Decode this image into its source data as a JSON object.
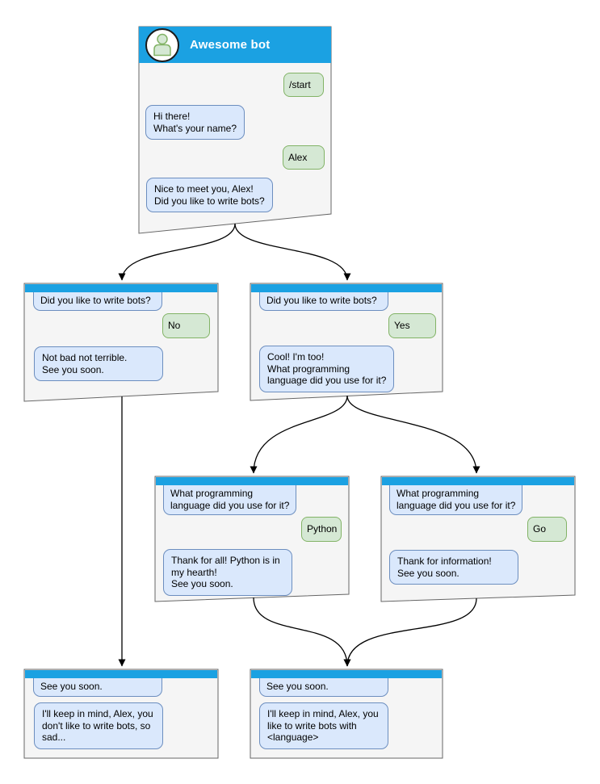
{
  "diagram": {
    "colors": {
      "header_blue": "#1BA1E2",
      "bot_bubble_fill": "#DAE8FC",
      "bot_bubble_border": "#6C8EBF",
      "user_bubble_fill": "#D5E8D4",
      "user_bubble_border": "#82B366",
      "node_fill": "#F5F5F5",
      "node_border": "#666666"
    },
    "nodes": [
      {
        "id": "start",
        "title": "Awesome bot",
        "messages": [
          {
            "from": "user",
            "text": "/start"
          },
          {
            "from": "bot",
            "text": "Hi there!\nWhat's your name?"
          },
          {
            "from": "user",
            "text": "Alex"
          },
          {
            "from": "bot",
            "text": "Nice to meet you, Alex!\nDid you like to write bots?"
          }
        ]
      },
      {
        "id": "branch-no",
        "messages": [
          {
            "from": "bot",
            "text": "Did you like to write bots?"
          },
          {
            "from": "user",
            "text": "No"
          },
          {
            "from": "bot",
            "text": "Not bad not terrible.\nSee you soon."
          }
        ]
      },
      {
        "id": "branch-yes",
        "messages": [
          {
            "from": "bot",
            "text": "Did you like to write bots?"
          },
          {
            "from": "user",
            "text": "Yes"
          },
          {
            "from": "bot",
            "text": "Cool! I'm too!\nWhat programming\nlanguage did you use for it?"
          }
        ]
      },
      {
        "id": "lang-python",
        "messages": [
          {
            "from": "bot",
            "text": "What programming\nlanguage did you use for it?"
          },
          {
            "from": "user",
            "text": "Python"
          },
          {
            "from": "bot",
            "text": "Thank for all! Python is in\nmy hearth!\nSee you soon."
          }
        ]
      },
      {
        "id": "lang-go",
        "messages": [
          {
            "from": "bot",
            "text": "What programming\nlanguage did you use for it?"
          },
          {
            "from": "user",
            "text": "Go"
          },
          {
            "from": "bot",
            "text": "Thank for information!\nSee you soon."
          }
        ]
      },
      {
        "id": "end-no",
        "messages": [
          {
            "from": "bot",
            "text": "See you soon."
          },
          {
            "from": "bot",
            "text": "I'll keep in mind, Alex, you\ndon't like to write bots, so\nsad..."
          }
        ]
      },
      {
        "id": "end-yes",
        "messages": [
          {
            "from": "bot",
            "text": "See you soon."
          },
          {
            "from": "bot",
            "text": "I'll keep in mind, Alex, you\nlike to write bots with\n<language>"
          }
        ]
      }
    ]
  }
}
